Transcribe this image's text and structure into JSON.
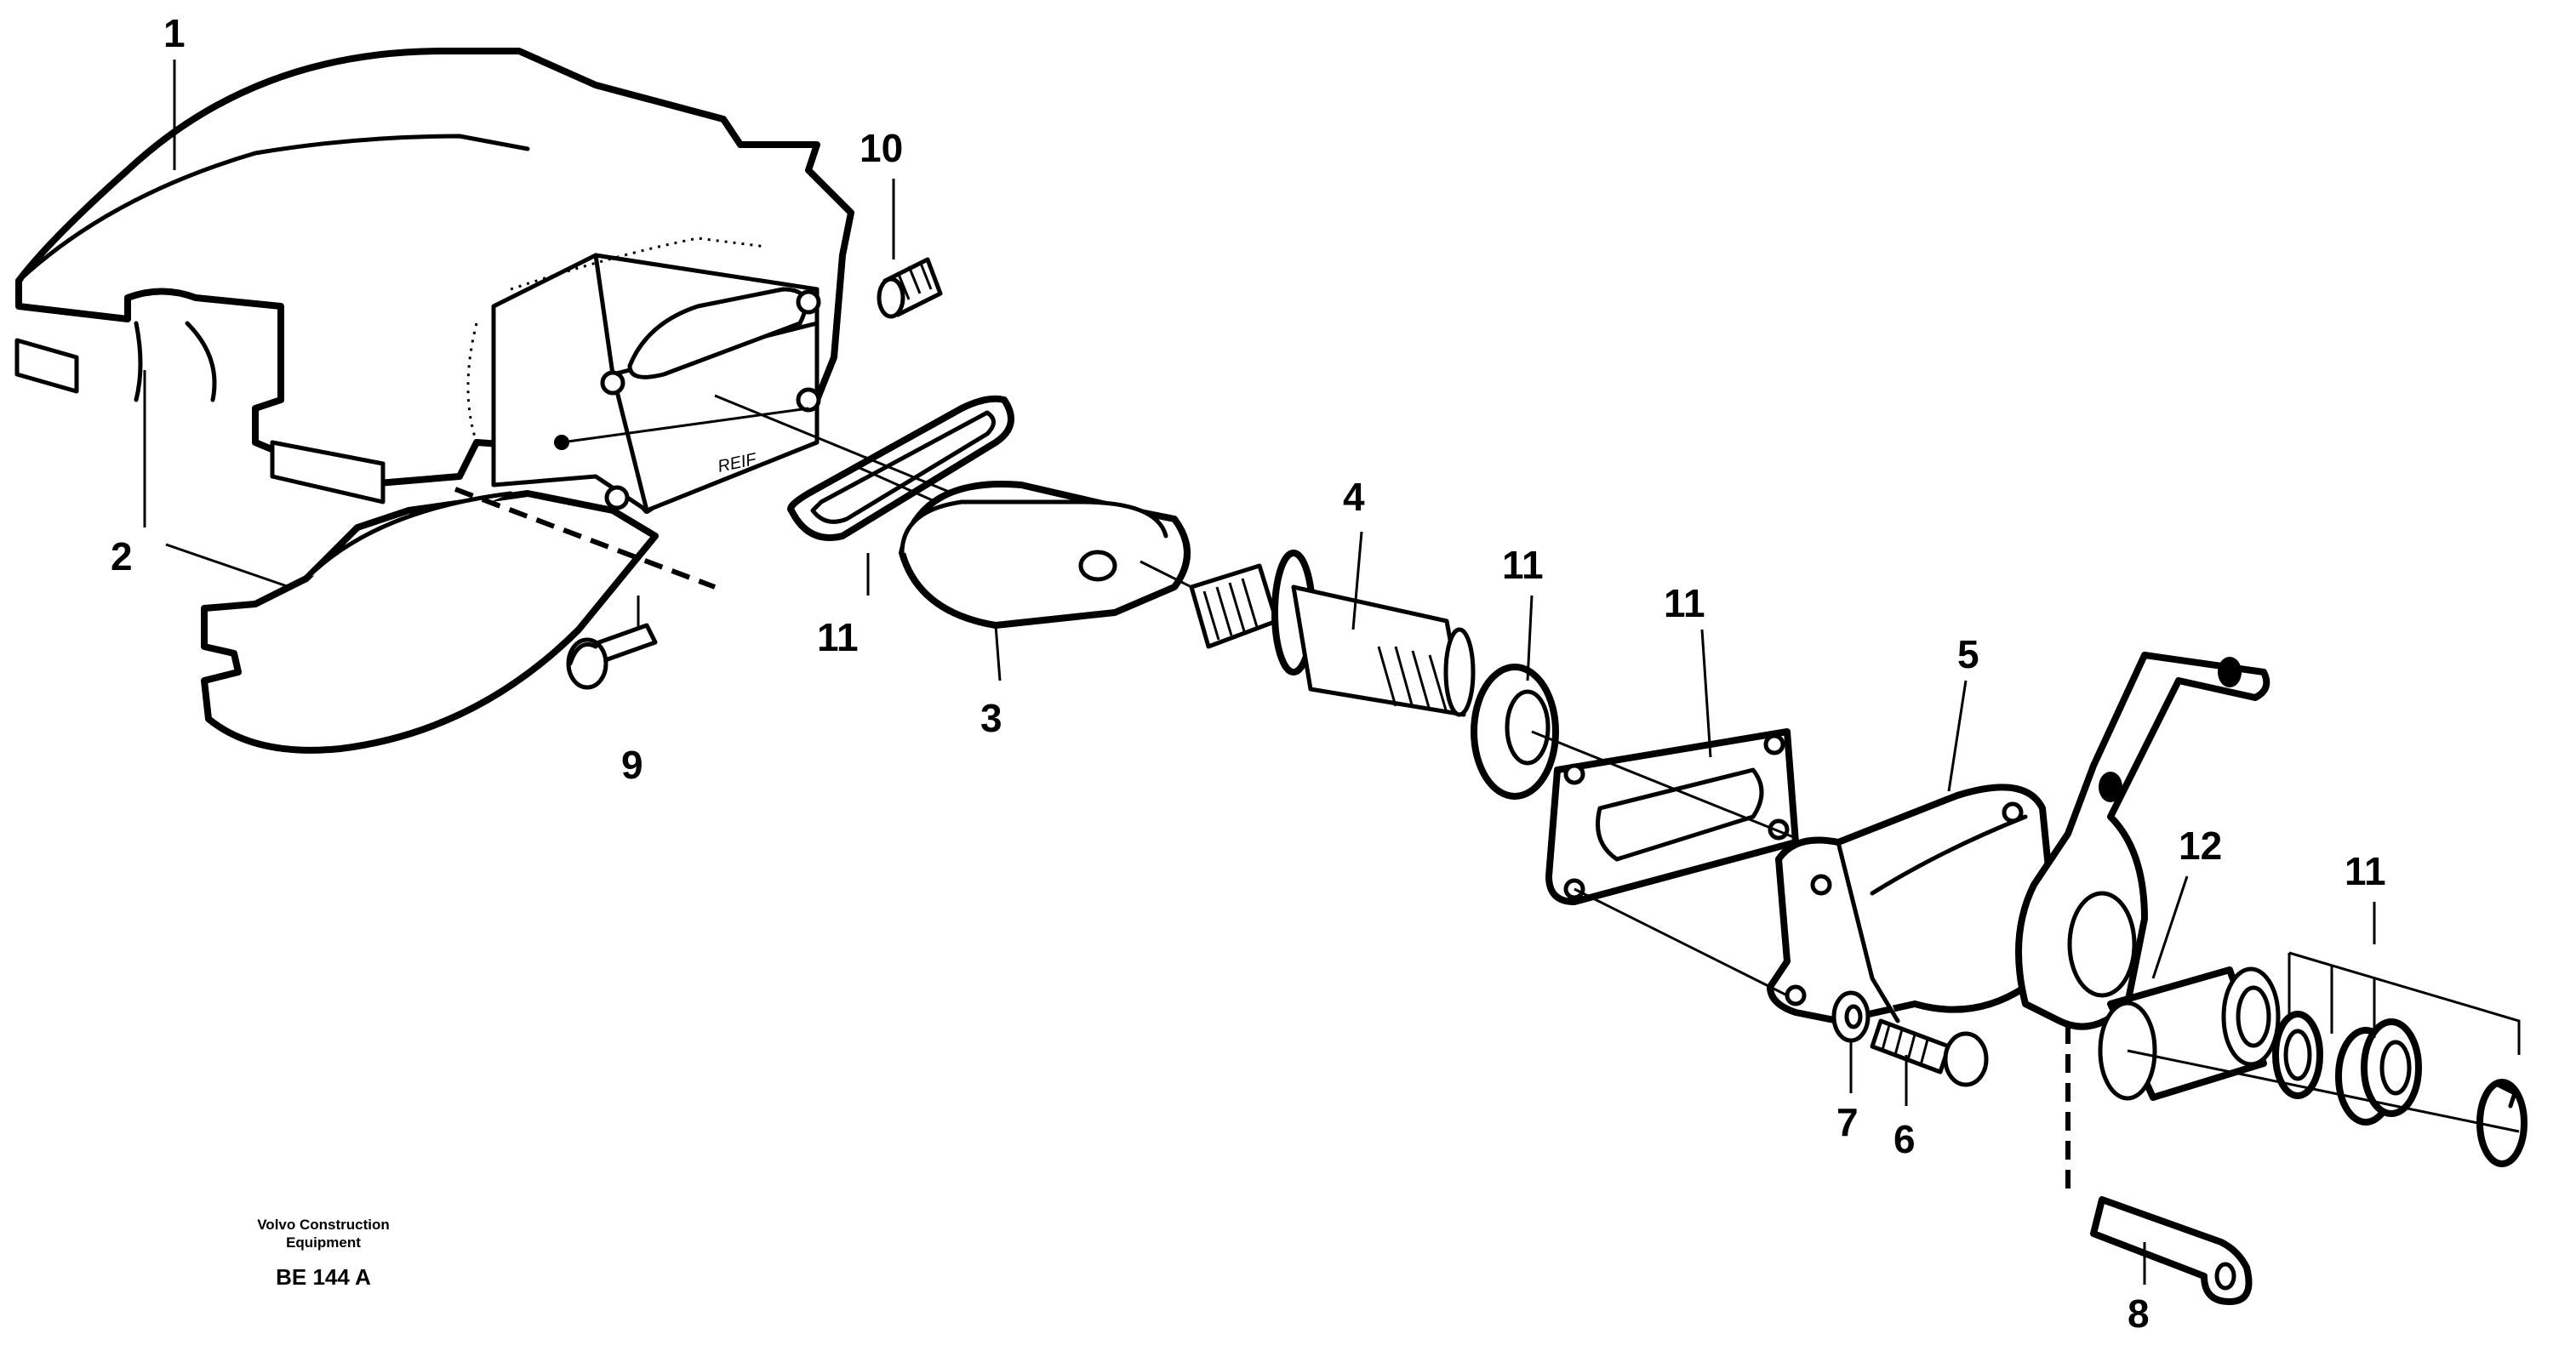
{
  "callouts": {
    "c1": "1",
    "c2": "2",
    "c3": "3",
    "c4": "4",
    "c5": "5",
    "c6": "6",
    "c7": "7",
    "c8": "8",
    "c9": "9",
    "c10": "10",
    "c11a": "11",
    "c11b": "11",
    "c11c": "11",
    "c11d": "11",
    "c12": "12"
  },
  "part_marking": "REIF",
  "publisher": {
    "line1": "Volvo Construction",
    "line2": "Equipment"
  },
  "figure_code": "BE 144 A"
}
